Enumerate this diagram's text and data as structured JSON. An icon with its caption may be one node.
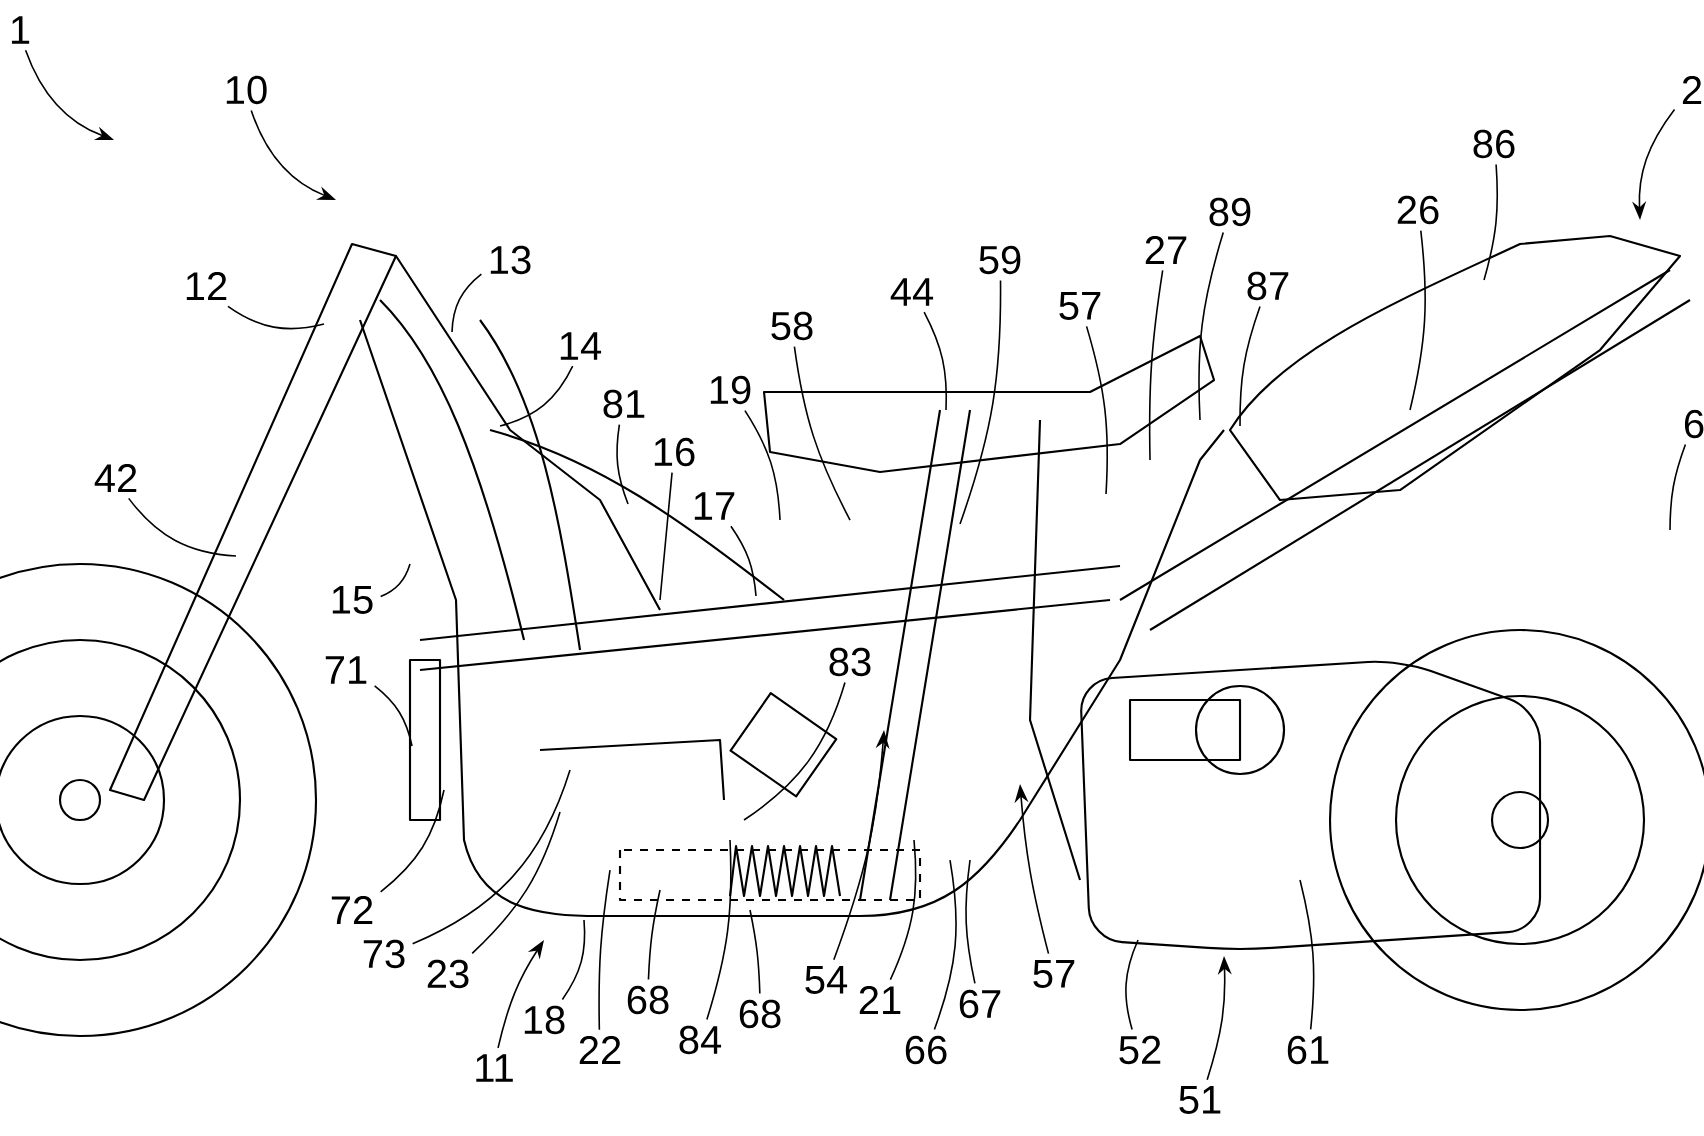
{
  "diagram": {
    "nodes": [
      {
        "text": [
          "1"
        ]
      },
      {
        "text": [
          "10"
        ]
      },
      {
        "text": [
          "2"
        ]
      },
      {
        "text": [
          "86"
        ]
      },
      {
        "text": [
          "89"
        ]
      },
      {
        "text": [
          "26"
        ]
      },
      {
        "text": [
          "27"
        ]
      },
      {
        "text": [
          "59"
        ]
      },
      {
        "text": [
          "87"
        ]
      },
      {
        "text": [
          "12"
        ]
      },
      {
        "text": [
          "13"
        ]
      },
      {
        "text": [
          "44"
        ]
      },
      {
        "text": [
          "57"
        ]
      },
      {
        "text": [
          "58"
        ]
      },
      {
        "text": [
          "14"
        ]
      },
      {
        "text": [
          "19"
        ]
      },
      {
        "text": [
          "81"
        ]
      },
      {
        "text": [
          "16"
        ]
      },
      {
        "text": [
          "6"
        ]
      },
      {
        "text": [
          "42"
        ]
      },
      {
        "text": [
          "17"
        ]
      },
      {
        "text": [
          "15"
        ]
      },
      {
        "text": [
          "83"
        ]
      },
      {
        "text": [
          "71"
        ]
      },
      {
        "text": [
          "72"
        ]
      },
      {
        "text": [
          "73"
        ]
      },
      {
        "text": [
          "54"
        ]
      },
      {
        "text": [
          "23"
        ]
      },
      {
        "text": [
          "68"
        ]
      },
      {
        "text": [
          "21"
        ]
      },
      {
        "text": [
          "57"
        ]
      },
      {
        "text": [
          "67"
        ]
      },
      {
        "text": [
          "68"
        ]
      },
      {
        "text": [
          "18"
        ]
      },
      {
        "text": [
          "22"
        ]
      },
      {
        "text": [
          "84"
        ]
      },
      {
        "text": [
          "66"
        ]
      },
      {
        "text": [
          "52"
        ]
      },
      {
        "text": [
          "61"
        ]
      },
      {
        "text": [
          "11"
        ]
      },
      {
        "text": [
          "51"
        ]
      }
    ],
    "edges": [
      {
        "from": 0,
        "to": null,
        "arrow": "to"
      },
      {
        "from": 1,
        "to": null,
        "arrow": "to"
      },
      {
        "from": 2,
        "to": null,
        "arrow": "to"
      },
      {
        "from": 3,
        "to": null,
        "arrow": "none"
      },
      {
        "from": 4,
        "to": null,
        "arrow": "none"
      },
      {
        "from": 5,
        "to": null,
        "arrow": "none"
      },
      {
        "from": 6,
        "to": null,
        "arrow": "none"
      },
      {
        "from": 7,
        "to": null,
        "arrow": "none"
      },
      {
        "from": 8,
        "to": null,
        "arrow": "none"
      },
      {
        "from": 9,
        "to": null,
        "arrow": "none"
      },
      {
        "from": 10,
        "to": null,
        "arrow": "none"
      },
      {
        "from": 11,
        "to": null,
        "arrow": "none"
      },
      {
        "from": 12,
        "to": null,
        "arrow": "none"
      },
      {
        "from": 13,
        "to": null,
        "arrow": "none"
      },
      {
        "from": 14,
        "to": null,
        "arrow": "none"
      },
      {
        "from": 15,
        "to": null,
        "arrow": "none"
      },
      {
        "from": 16,
        "to": null,
        "arrow": "none"
      },
      {
        "from": 17,
        "to": null,
        "arrow": "none"
      },
      {
        "from": 18,
        "to": null,
        "arrow": "none"
      },
      {
        "from": 19,
        "to": null,
        "arrow": "none"
      },
      {
        "from": 20,
        "to": null,
        "arrow": "none"
      },
      {
        "from": 21,
        "to": null,
        "arrow": "none"
      },
      {
        "from": 22,
        "to": null,
        "arrow": "none"
      },
      {
        "from": 23,
        "to": null,
        "arrow": "none"
      },
      {
        "from": 24,
        "to": null,
        "arrow": "none"
      },
      {
        "from": 25,
        "to": null,
        "arrow": "none"
      },
      {
        "from": 26,
        "to": null,
        "arrow": "to"
      },
      {
        "from": 27,
        "to": null,
        "arrow": "none"
      },
      {
        "from": 28,
        "to": null,
        "arrow": "none"
      },
      {
        "from": 29,
        "to": null,
        "arrow": "none"
      },
      {
        "from": 30,
        "to": null,
        "arrow": "to"
      },
      {
        "from": 31,
        "to": null,
        "arrow": "none"
      },
      {
        "from": 32,
        "to": null,
        "arrow": "none"
      },
      {
        "from": 33,
        "to": null,
        "arrow": "none"
      },
      {
        "from": 34,
        "to": null,
        "arrow": "none"
      },
      {
        "from": 35,
        "to": null,
        "arrow": "none"
      },
      {
        "from": 36,
        "to": null,
        "arrow": "none"
      },
      {
        "from": 37,
        "to": null,
        "arrow": "none"
      },
      {
        "from": 38,
        "to": null,
        "arrow": "none"
      },
      {
        "from": 39,
        "to": null,
        "arrow": "to"
      },
      {
        "from": 40,
        "to": null,
        "arrow": "to"
      }
    ]
  }
}
